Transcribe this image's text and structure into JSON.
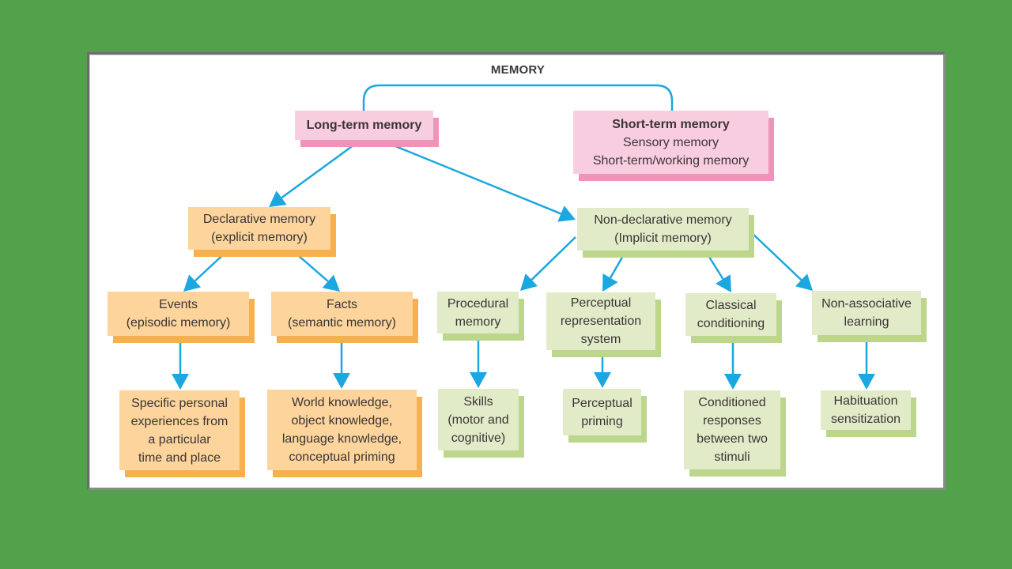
{
  "diagram": {
    "title": "MEMORY",
    "colors": {
      "background": "#52a24c",
      "connector": "#1ba7e0",
      "pink_fill": "#f9cde0",
      "pink_shadow": "#ef93bb",
      "orange_fill": "#fcd49c",
      "orange_shadow": "#f7b04e",
      "green_fill": "#e1ebc8",
      "green_shadow": "#bcd78c"
    },
    "nodes": {
      "long_term": {
        "lines": [
          "Long-term memory"
        ]
      },
      "short_term": {
        "lines": [
          "Short-term memory",
          "Sensory memory",
          "Short-term/working memory"
        ]
      },
      "declarative": {
        "lines": [
          "Declarative memory",
          "(explicit memory)"
        ]
      },
      "non_declarative": {
        "lines": [
          "Non-declarative memory",
          "(Implicit memory)"
        ]
      },
      "events": {
        "lines": [
          "Events",
          "(episodic memory)"
        ]
      },
      "facts": {
        "lines": [
          "Facts",
          "(semantic memory)"
        ]
      },
      "procedural": {
        "lines": [
          "Procedural",
          "memory"
        ]
      },
      "perceptual_rep": {
        "lines": [
          "Perceptual",
          "representation",
          "system"
        ]
      },
      "classical": {
        "lines": [
          "Classical",
          "conditioning"
        ]
      },
      "non_associative": {
        "lines": [
          "Non-associative",
          "learning"
        ]
      },
      "specific_personal": {
        "lines": [
          "Specific personal",
          "experiences from",
          "a particular",
          "time and place"
        ]
      },
      "world_knowledge": {
        "lines": [
          "World knowledge,",
          "object knowledge,",
          "language knowledge,",
          "conceptual priming"
        ]
      },
      "skills": {
        "lines": [
          "Skills",
          "(motor and",
          "cognitive)"
        ]
      },
      "perceptual_priming": {
        "lines": [
          "Perceptual",
          "priming"
        ]
      },
      "conditioned": {
        "lines": [
          "Conditioned",
          "responses",
          "between two",
          "stimuli"
        ]
      },
      "habituation": {
        "lines": [
          "Habituation",
          "sensitization"
        ]
      }
    },
    "edges": [
      {
        "from": "memory",
        "to": "long_term",
        "type": "bracket"
      },
      {
        "from": "memory",
        "to": "short_term",
        "type": "bracket"
      },
      {
        "from": "long_term",
        "to": "declarative",
        "type": "arrow"
      },
      {
        "from": "long_term",
        "to": "non_declarative",
        "type": "arrow"
      },
      {
        "from": "declarative",
        "to": "events",
        "type": "arrow"
      },
      {
        "from": "declarative",
        "to": "facts",
        "type": "arrow"
      },
      {
        "from": "non_declarative",
        "to": "procedural",
        "type": "arrow"
      },
      {
        "from": "non_declarative",
        "to": "perceptual_rep",
        "type": "arrow"
      },
      {
        "from": "non_declarative",
        "to": "classical",
        "type": "arrow"
      },
      {
        "from": "non_declarative",
        "to": "non_associative",
        "type": "arrow"
      },
      {
        "from": "events",
        "to": "specific_personal",
        "type": "arrow"
      },
      {
        "from": "facts",
        "to": "world_knowledge",
        "type": "arrow"
      },
      {
        "from": "procedural",
        "to": "skills",
        "type": "arrow"
      },
      {
        "from": "perceptual_rep",
        "to": "perceptual_priming",
        "type": "arrow"
      },
      {
        "from": "classical",
        "to": "conditioned",
        "type": "arrow"
      },
      {
        "from": "non_associative",
        "to": "habituation",
        "type": "arrow"
      }
    ]
  }
}
